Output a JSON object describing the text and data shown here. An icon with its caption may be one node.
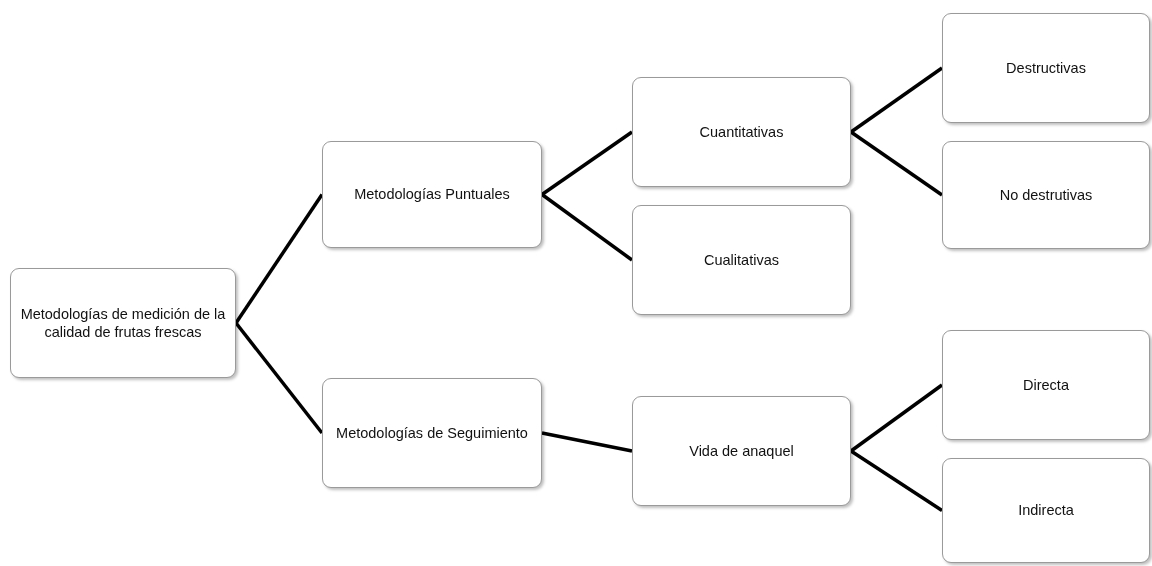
{
  "diagram": {
    "nodes": [
      {
        "text": [
          "Metodologías de medición de la calidad de frutas frescas"
        ]
      },
      {
        "text": [
          "Metodologías Puntuales"
        ]
      },
      {
        "text": [
          "Metodologías de Seguimiento"
        ]
      },
      {
        "text": [
          "Cuantitativas"
        ]
      },
      {
        "text": [
          "Cualitativas"
        ]
      },
      {
        "text": [
          "Vida de anaquel"
        ]
      },
      {
        "text": [
          "Destructivas"
        ]
      },
      {
        "text": [
          "No destrutivas"
        ]
      },
      {
        "text": [
          "Directa"
        ]
      },
      {
        "text": [
          "Indirecta"
        ]
      }
    ],
    "edges": [
      {
        "from": 0,
        "to": 1,
        "arrow": "none"
      },
      {
        "from": 0,
        "to": 2,
        "arrow": "none"
      },
      {
        "from": 1,
        "to": 3,
        "arrow": "none"
      },
      {
        "from": 1,
        "to": 4,
        "arrow": "none"
      },
      {
        "from": 2,
        "to": 5,
        "arrow": "none"
      },
      {
        "from": 3,
        "to": 6,
        "arrow": "none"
      },
      {
        "from": 3,
        "to": 7,
        "arrow": "none"
      },
      {
        "from": 5,
        "to": 8,
        "arrow": "none"
      },
      {
        "from": 5,
        "to": 9,
        "arrow": "none"
      }
    ]
  }
}
